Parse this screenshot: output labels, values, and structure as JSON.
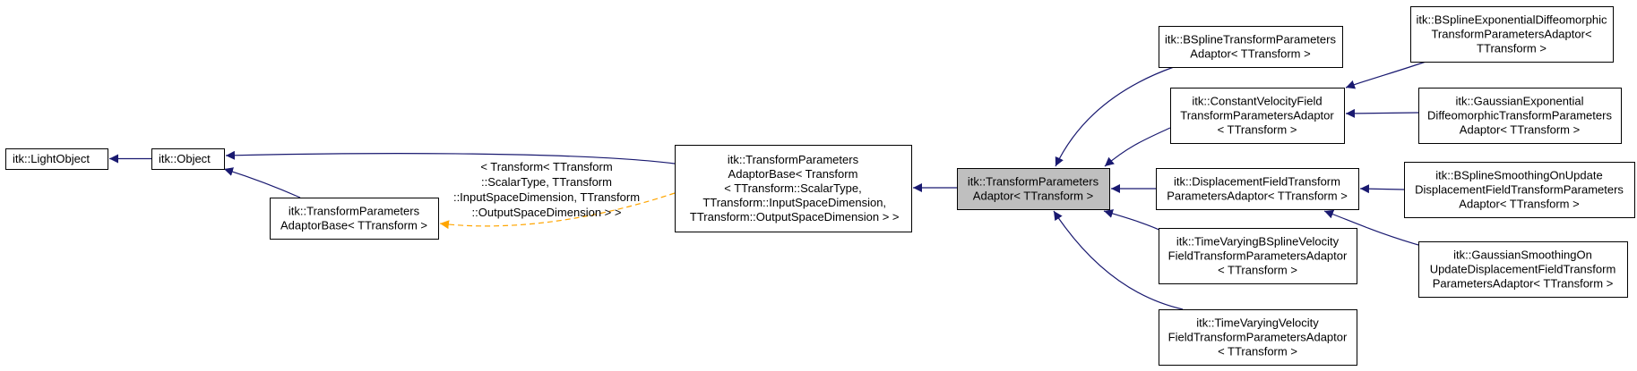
{
  "colors": {
    "background": "#ffffff",
    "node_fill": "#ffffff",
    "node_border": "#000000",
    "highlight_fill": "#bfbfbf",
    "edge": "#191970",
    "template_edge": "#ffa500"
  },
  "nodes": [
    {
      "id": "light-object",
      "lines": [
        "itk::LightObject"
      ]
    },
    {
      "id": "object",
      "lines": [
        "itk::Object"
      ]
    },
    {
      "id": "tpab-ttransform",
      "lines": [
        "itk::TransformParameters",
        "AdaptorBase< TTransform >"
      ]
    },
    {
      "id": "tpab-transform",
      "lines": [
        "itk::TransformParameters",
        "AdaptorBase< Transform",
        "< TTransform::ScalarType,",
        " TTransform::InputSpaceDimension,",
        " TTransform::OutputSpaceDimension > >"
      ]
    },
    {
      "id": "tpa",
      "lines": [
        "itk::TransformParameters",
        "Adaptor< TTransform >"
      ],
      "highlighted": true
    },
    {
      "id": "bspline-tpa",
      "lines": [
        "itk::BSplineTransformParameters",
        "Adaptor< TTransform >"
      ]
    },
    {
      "id": "constant-velocity",
      "lines": [
        "itk::ConstantVelocityField",
        "TransformParametersAdaptor",
        "< TTransform >"
      ]
    },
    {
      "id": "displacement-field",
      "lines": [
        "itk::DisplacementFieldTransform",
        "ParametersAdaptor< TTransform >"
      ]
    },
    {
      "id": "time-varying-bspline",
      "lines": [
        "itk::TimeVaryingBSplineVelocity",
        "FieldTransformParametersAdaptor",
        "< TTransform >"
      ]
    },
    {
      "id": "time-varying-velocity",
      "lines": [
        "itk::TimeVaryingVelocity",
        "FieldTransformParametersAdaptor",
        "< TTransform >"
      ]
    },
    {
      "id": "bspline-exp-diffeo",
      "lines": [
        "itk::BSplineExponentialDiffeomorphic",
        "TransformParametersAdaptor<",
        "TTransform >"
      ]
    },
    {
      "id": "gaussian-exp-diffeo",
      "lines": [
        "itk::GaussianExponential",
        "DiffeomorphicTransformParameters",
        "Adaptor< TTransform >"
      ]
    },
    {
      "id": "bspline-smoothing",
      "lines": [
        "itk::BSplineSmoothingOnUpdate",
        "DisplacementFieldTransformParameters",
        "Adaptor< TTransform >"
      ]
    },
    {
      "id": "gaussian-smoothing",
      "lines": [
        "itk::GaussianSmoothingOn",
        "UpdateDisplacementFieldTransform",
        "ParametersAdaptor< TTransform >"
      ]
    }
  ],
  "edges": [
    {
      "from": "object",
      "to": "light-object"
    },
    {
      "from": "tpab-ttransform",
      "to": "object"
    },
    {
      "from": "tpab-transform",
      "to": "object"
    },
    {
      "from": "tpab-transform",
      "to": "tpab-ttransform",
      "template": true,
      "label": [
        "< Transform< TTransform",
        "::ScalarType, TTransform",
        "::InputSpaceDimension, TTransform",
        "::OutputSpaceDimension > >"
      ]
    },
    {
      "from": "tpa",
      "to": "tpab-transform"
    },
    {
      "from": "bspline-tpa",
      "to": "tpa"
    },
    {
      "from": "constant-velocity",
      "to": "tpa"
    },
    {
      "from": "displacement-field",
      "to": "tpa"
    },
    {
      "from": "time-varying-bspline",
      "to": "tpa"
    },
    {
      "from": "time-varying-velocity",
      "to": "tpa"
    },
    {
      "from": "bspline-exp-diffeo",
      "to": "constant-velocity"
    },
    {
      "from": "gaussian-exp-diffeo",
      "to": "constant-velocity"
    },
    {
      "from": "bspline-smoothing",
      "to": "displacement-field"
    },
    {
      "from": "gaussian-smoothing",
      "to": "displacement-field"
    }
  ]
}
